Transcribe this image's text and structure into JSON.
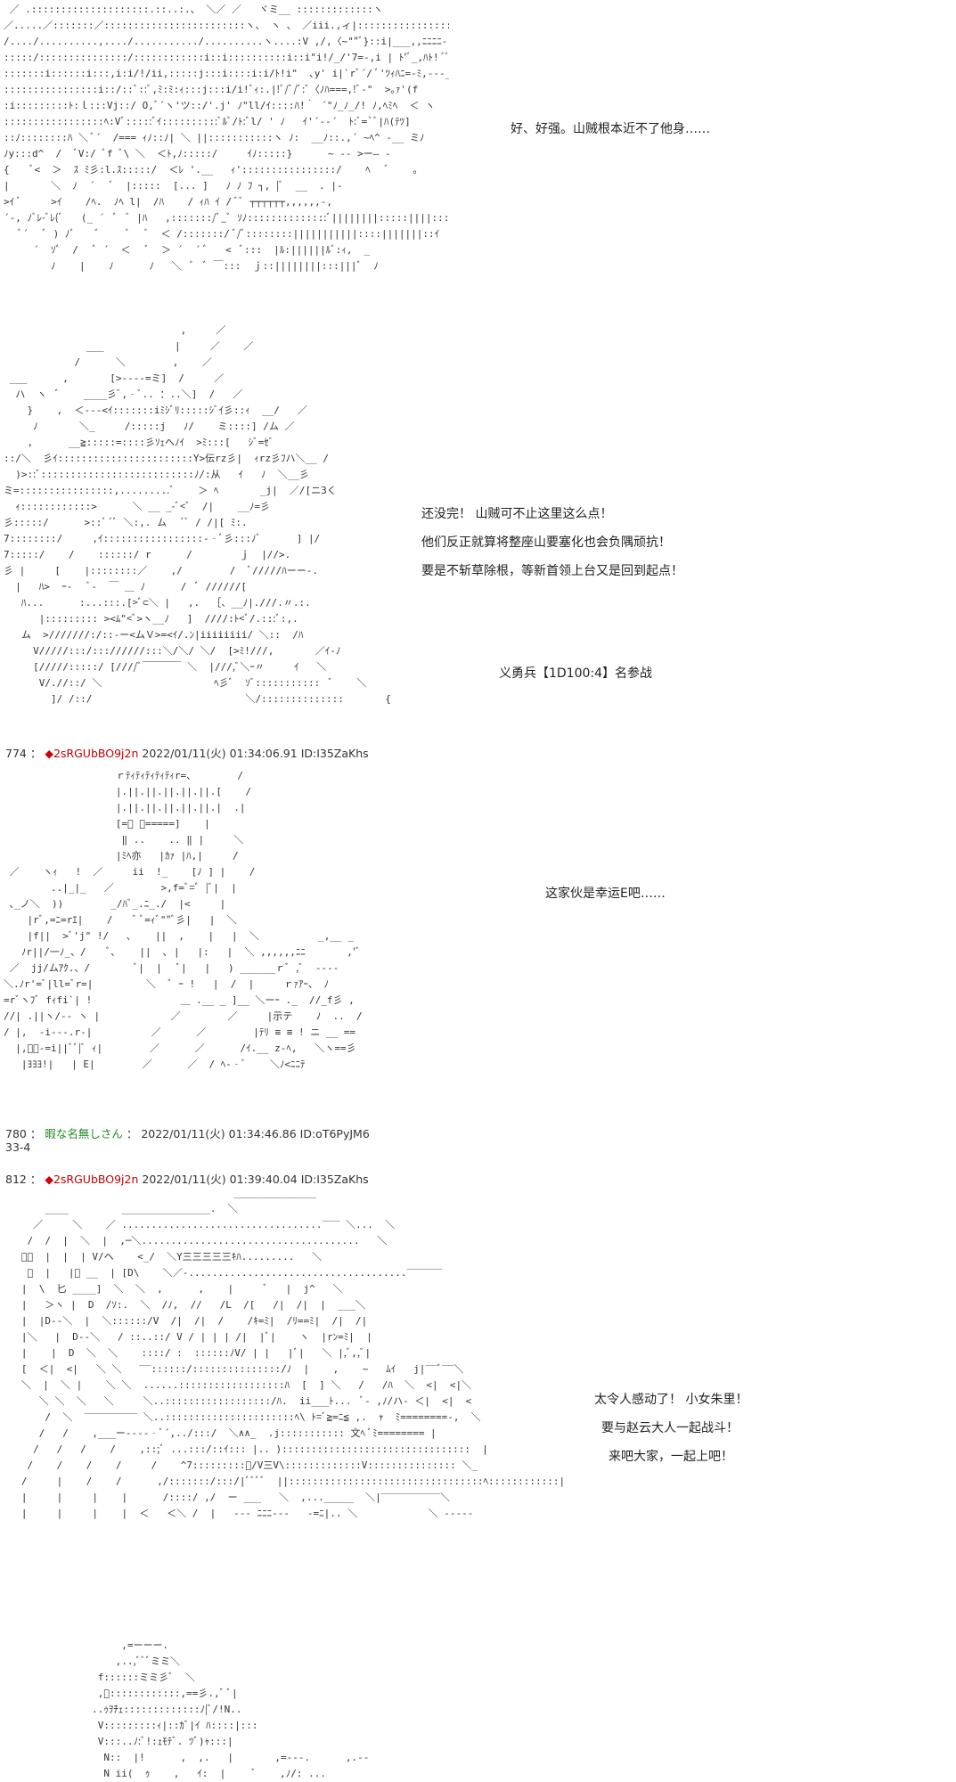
{
  "scene1": {
    "dialogue": "好、好强。山贼根本近不了他身……",
    "art": [
      " ／ .::::::::::::::::::::.::..:.、 ＼／ ／   ヾミ__ :::::::::::::ヽ",
      "／.....／:::::::／::::::::::::::::::::::::ヽ、 ヽ 、 ／iii.,ィ|::::::::::::::::i|",
      "/..../..........,..../.........../..........ヽ....:V ,/,〈~\"\"ﾞ}::i|___,,ﾆﾆﾆﾆ‐,――‐-,",
      ":::::/:::::::::::::::/::::::::::::i::i::::::::::i::i\"i!/_/'7=-,i | ﾄ'ﾞ_,ﾊﾄ!´ﾞｨ::::i:::> 三ｼｨﾄ:::ﾐ,",
      ":::::::i::::::i:::,i:i/!/ii,:::::j:::i::::i:i/ﾄ!i\"  ､y' i|`rﾞ´/ ﾞ'ﾂｨﾊﾆ=-ﾐ,‐‐-_::jﾉ,",
      "::::::::::::::::i::/::ﾞ::ﾞ,ﾐ:ﾐ:ｨ:::j:::i/i!ﾞｨ:.|!ﾞ/ﾞ/ﾞ:ﾞ〈ﾉﾊ===,!ﾞ‐\"  >｡ｧ'(f",
      ":i:::::::::ﾄ:ｌ:::Vj::/ O,ﾞ´ヽ'ツ::/'.j' ﾉ\"ll/ｲ::::ﾊ!｀ ´\"ﾉ_ﾉ_/! ﾉ,ﾍﾐﾍ  ＜ ヽ",
      ":::::::::::::::::ﾍ:Vﾞ:::::ﾞｲ::::::::::ﾞﾙﾞ/ﾄ:ﾞl/ ' ﾉ   ｲ'´‐‐´  ﾄ:ﾞ=`ﾞ|ﾊ(ﾃﾂ]",
      "::ﾉ::::::::ﾊ ＼ ﾞ´  /=== ｨﾉ::ﾉ| ＼ ||:::::::::::ヽ ﾉ:  __ﾉ::.,´ ~ﾍ^ -__ ミﾉ",
      "ﾉy:::d^  /  ﾞV:/ ﾞf ﾞ\\ ＼  ＜ﾄ,ﾉ:::::/     ｲﾉ:::::}      ~ ‐‐ >ー― ‐",
      "{    ﾞ<  ＞  ｽ ﾐ彡:l.ｽ:::::/  ＜ﾚ '.__   ｨ'::::::::::::::::/    ﾍ   ﾞ    ｡",
      "|       ＼  ﾉ  ´   ﾞ  |:::::  [... ]   ﾉ ﾉ ﾌ ┐, |ﾞ  __  . |-",
      ">ｲ ﾞ     >ｲ    /ﾍ.  ﾉﾍ l|  /ﾊ    / ｨﾊ ｲ / ﾞﾞ ┬┬┬┬┬┬,,,,,,-,",
      "´-, ﾉﾞﾚ-ﾞﾚ(ﾞ   (_ ´  ﾞ  ﾞ |ﾊ   ,:::::::/ﾞ_ﾞ ｿﾉ::::::::::::::ﾞ||||||||:::::||||:::||||",
      "   ﾞ´   ﾞ ) ﾉﾞ    ﾞ     ﾞ   ﾞ  ＜ /:::::::/ ﾞ/ﾞ::::::::|||||||||||::::|||||||::ｲ",
      "     ´  ｿﾞ  /   ﾞ ´  ＜   ﾞ  ＞ ´  ´ ﾞ   <  ﾞ:::  |ﾙ:||||||ﾙﾞ:ｨ,  _",
      "        ﾉ    |    ﾉ      ﾉ   ＼  ﾞ  ﾞ ￣:::  ｊ::||||||||:::|||ﾞ  ﾉ"
    ]
  },
  "scene2": {
    "dialogue": [
      "还没完！ 山贼可不止这里这么点！",
      "他们反正就算将整座山要塞化也会负隅顽抗！",
      "要是不斩草除根，等新首领上台又是回到起点！"
    ],
    "roll": "义勇兵【1D100:4】名参战",
    "art": [
      "                              ,     ／",
      "              ___            |     ／    ／",
      "            /      ＼        ,    ／",
      " ___      ,       [>‐‐‐‐=ミ]  /     ／",
      "  ハ  ヽ  ﾞ    ____彡ﾞ,‐ﾞ.. ：..＼]  /   ／",
      "    }    ,  ＜‐‐‐<ｲ:::::::iﾐｼﾞﾘ:::::ｼﾞｲ彡::ｨ  __/   ／",
      "     ﾉ       ＼_     /:::::j   ﾉ/    ミ::::] /ム ／",
      "    ,      __≧:::::=::::彡ｿｪへﾉｲ  >ﾐ:::[   ｼﾞ=ｾﾞ",
      "::/＼  彡ｲ:::::::::::::::::::::::Y>伝rz彡|  ｨrz彡ﾌハ＼__ /",
      "  )>::ﾞ::::::::::::::::::::::::::ﾉ/:从   ｲ   ﾉ  ＼__彡",
      "ミ=::::::::::::::::,.........ﾞ    ＞ ﾍ       _j|  ／/[ニ3く",
      "  ｨ::::::::::::>      ＼ __ _-ﾞ<ﾞ  /|    __ﾉ=彡",
      "彡:::::/      >::ﾞ´ﾞ ＼:,. ム  ´ﾞ / /|[ ﾐ:.",
      "7::::::::/     ,ｲ:::::::::::::::::-‐ﾞ彡:::ﾉﾞ      ] |/",
      "7:::::/    /    ::::::/ r      /        ｊ  |//>.",
      "彡 |     [    |::::::::／    ,/        /  ﾞ/////ﾊーー‐.",
      "  |   ﾊ>  ｰ-   ﾞ-  ￣ ＿ ﾉ      /  ﾞ //////[",
      "   ﾊ...      :...:::.[>ﾞ⊂＼ |   ,.  ［、__ﾉ|.///.〃.:.",
      "      |::::::::: ><ﾑ\"<ﾞ>ヽ__ﾉ   ]  ////:ﾄ<ﾞ/.:::ﾞ:,.",
      "   ム  >///////:/::-ー<ムＶ>=<ｲ/.ﾝ|iiiiiiii/ ＼::  /ﾊ",
      "     V/////:::/::://////:::＼/＼/ ＼/  [>ﾐ!///,       ／ｲ‐ﾉ",
      "     [/////:::::/ [////ﾞ￣￣￣￣ ＼  |///,ﾞ＼ｰ〃     ｲ   ＼",
      "      V/.//::/ ＼                   ﾍ彡ﾞ  ｿﾞ:::::::::::  ﾞ    ＼",
      "        ]/ /::/                          ＼/::::::::::::::       {"
    ]
  },
  "post774": {
    "number": "774",
    "colon": "：",
    "trip_mark": "◆",
    "trip": "2sRGUbBO9j2n",
    "date": "2022/01/11(火)",
    "time": "01:34:06.91",
    "id": "ID:I35ZaKhs"
  },
  "scene3": {
    "dialogue": "这家伙是幸运E吧……",
    "art": [
      "                   ｒﾃｨﾃｨﾃｨﾃｨﾃｨr=、       /",
      "                   |.||.||.||.||.||.[    /",
      "                   |.||.||.||.||.||.|  .|",
      "                   [=ﾞ ﾞ=====]    |",
      "                    ‖ ..    .. ‖ |     ＼",
      "                   |ﾐﾍ亦   |ｶｧ |ﾊ,|     /",
      " ／    ヽｨ   !  ／     ii  !_    [ﾉ ] |    /",
      "        ..|_|_   ／        >,f=ﾞ=ﾞ |ﾞ|  |",
      " ､_ノ＼  ))        _/ﾊﾞ_.ﾆ_./  |<     |",
      "    |rﾞ,=ﾆ=rｴ|    /    ﾞ ﾞ=ｨﾞ\"\"ﾞ彡|   |  ＼",
      "    |f||  >ﾞ'j\" !/   ､    ||  ,    |   |  ＼          _,__ _",
      "   ﾉr||/一ﾉ_、/    ﾞ､    ||  ､ |   |:   |  ＼ ,,,,,,ﾆﾆ       ,'ﾞ",
      " ／  jj/ムｱｸ.、/        ﾞ|  |   ﾞ|   |   ) ______ｒﾞ ,ﾞ  ----",
      "＼.ﾉr'=ﾞ|ll=ﾞr=|         ＼  ﾞ ｰ !   |  /  |     ｒｧｱｰ、 ﾉ",
      "=rﾞヽﾌﾞ fｨfi`| !               ＿ .__ _ ]__ ＼ーｰ ._  //_f彡 ,",
      "//| .||ヽ/‐‐ ヽ |            ／        ／     |示テ    ﾉ  ..  /",
      "/ |,  ‐i‐‐-.r‐|          ／      ／        |ﾃﾘ ≡ ≡ ! ニ __ ==",
      "  |,ﾞﾞ-=i||ﾞﾞ|ﾞ ｨ|        ／      ／      /ｲ.__ z-ﾍ,   ＼ヽ==彡",
      "   |ﾖﾖﾖ!|   | E|        ／      ／  / ﾍ‐‐ﾞ    ＼ﾉ<ﾆﾆﾃ"
    ]
  },
  "post780": {
    "number": "780",
    "colon": "：",
    "name": "暇な名無しさん",
    "date": "2022/01/11(火)",
    "time": "01:34:46.86",
    "id": "ID:oT6PyJM6",
    "body": "33-4"
  },
  "post812": {
    "number": "812",
    "colon": "：",
    "trip_mark": "◆",
    "trip": "2sRGUbBO9j2n",
    "date": "2022/01/11(火)",
    "time": "01:39:40.04",
    "id": "ID:I35ZaKhs"
  },
  "scene4": {
    "dialogue": [
      "太令人感动了！ 小女朱里！",
      "要与赵云大人一起战斗！",
      "来吧大家，一起上吧！"
    ],
    "art": [
      "                                       ______________",
      "       ____         _______________.  ＼",
      "     ／     ＼    ／ ..................................‾‾‾ ＼...  ＼",
      "    /  /  |  ＼  |  ,─＼.....................................   ＼",
      "   ﾞ〃  |  |  | V/ヘ    <_/  ＼Y三三三三三ｷﾊ.........   ＼",
      "    ﾞ  |   |ﾞ __  | [D\\    ＼／-.....................................‾‾‾‾‾‾",
      "   |  \\  匕 ____]  ＼  ＼  ,      ,    |     ﾞ   |  j^   ＼",
      "   |   ＞ヽ |  D  /ｿ:.  ＼  /ﾉ,  //   /L  /[   /|  /|  |  ___＼",
      "   |  |D‐‐＼  |  ＼::::::/V  /|  /|  /    /ｷ=ﾐ|  /ﾘ==ﾐ|  /|  /|",
      "   |＼   |  D‐‐＼   / ::..::/ V / | | | /|  |ﾞ|    ヽ  |rﾝ=ﾐ|  |",
      "   |    |  D  ＼  ＼    ::::/ :  ::::::ﾉV/ | |   |ﾞ|   ＼ |,ﾞ,,ﾞ|",
      "   [  ＜|  <|   ＼ ＼   ‾‾::::::/:::::::::::::::/ﾉ  |    ,    ~   ﾑｲ   j|‾‾ﾞ‾‾＼",
      "   ＼  |  ＼ |    ＼ ＼  ......::::::::::::::::::ﾊ  [  ] ＼   /   /ﾊ  ＼  <|  <|＼",
      "      ＼ ＼  ＼   ＼     ＼..::::::::::::::::::/ﾊ.  ii___ﾄ...  ﾞ‐ ,ﾉ/ハ‐ ＜|  <|  <",
      "       /  ＼  ‾‾‾‾‾‾‾‾‾ ＼..::::::::::::::::::::::ﾍ\\ ﾄ=ﾞ≧=ﾆ≦ ,.  ｬ  ﾐ========-,  ＼",
      "      /   /    ,___ー‐‐‐‐‐ﾞ´,../:::/  ＼∧∧_  .j::::::::::: 文ﾍ ﾞﾐ======== |",
      "     /   /   /    /    ,::;ﾞ ...:::/::ｲ::: |.. )::::::::::::::::::::::::::::::::  |",
      "    /    /    /    /     /    ^7:::::::::ﾞ/V三V\\:::::::::::::V::::::::::::::: ＼_",
      "   /     |    /    /      ,/:::::::/:::/|ﾞﾞﾞﾞ  ||:::::::::::::::::::::::::::::::::ﾍ::::::::::::|",
      "   |     |     |    |      /::::/ ,/  ー ___   ＼  ,..._____  ＼|‾‾‾‾‾‾‾‾‾‾＼",
      "   |     |     |    |  ＜   ＜＼ /  |   ‐‐‐ ﾆﾆﾆ‐‐‐   ‐=ﾆ|.. ＼            ＼ -----"
    ]
  },
  "scene5": {
    "art": [
      "          ,=ーーー.",
      "         ,..,ﾞﾞﾞミミ＼",
      "      f::::::ミミ彡ﾞ  ＼",
      "      ,ﾞ::::::::::::,==彡.,ﾞ ﾞ|",
      "     ..ｩｦﾁｪ:::::::::::::ﾉ|ﾞ/!N..",
      "      V:::::::::ｨ|::ｶﾞ|ｲ ﾊ::::|:::",
      "      V:::..ﾉ:ﾞ!:ｪﾓﾃﾞ. ﾂﾞ)ｬ:::|",
      "       N::  |!      ,  ,.   |       ,=‐‐‐.      ,.‐‐",
      "       N ii(  ｩ    ,   ｲ:  |     ﾞ    ,ﾉ/: ..."
    ]
  }
}
